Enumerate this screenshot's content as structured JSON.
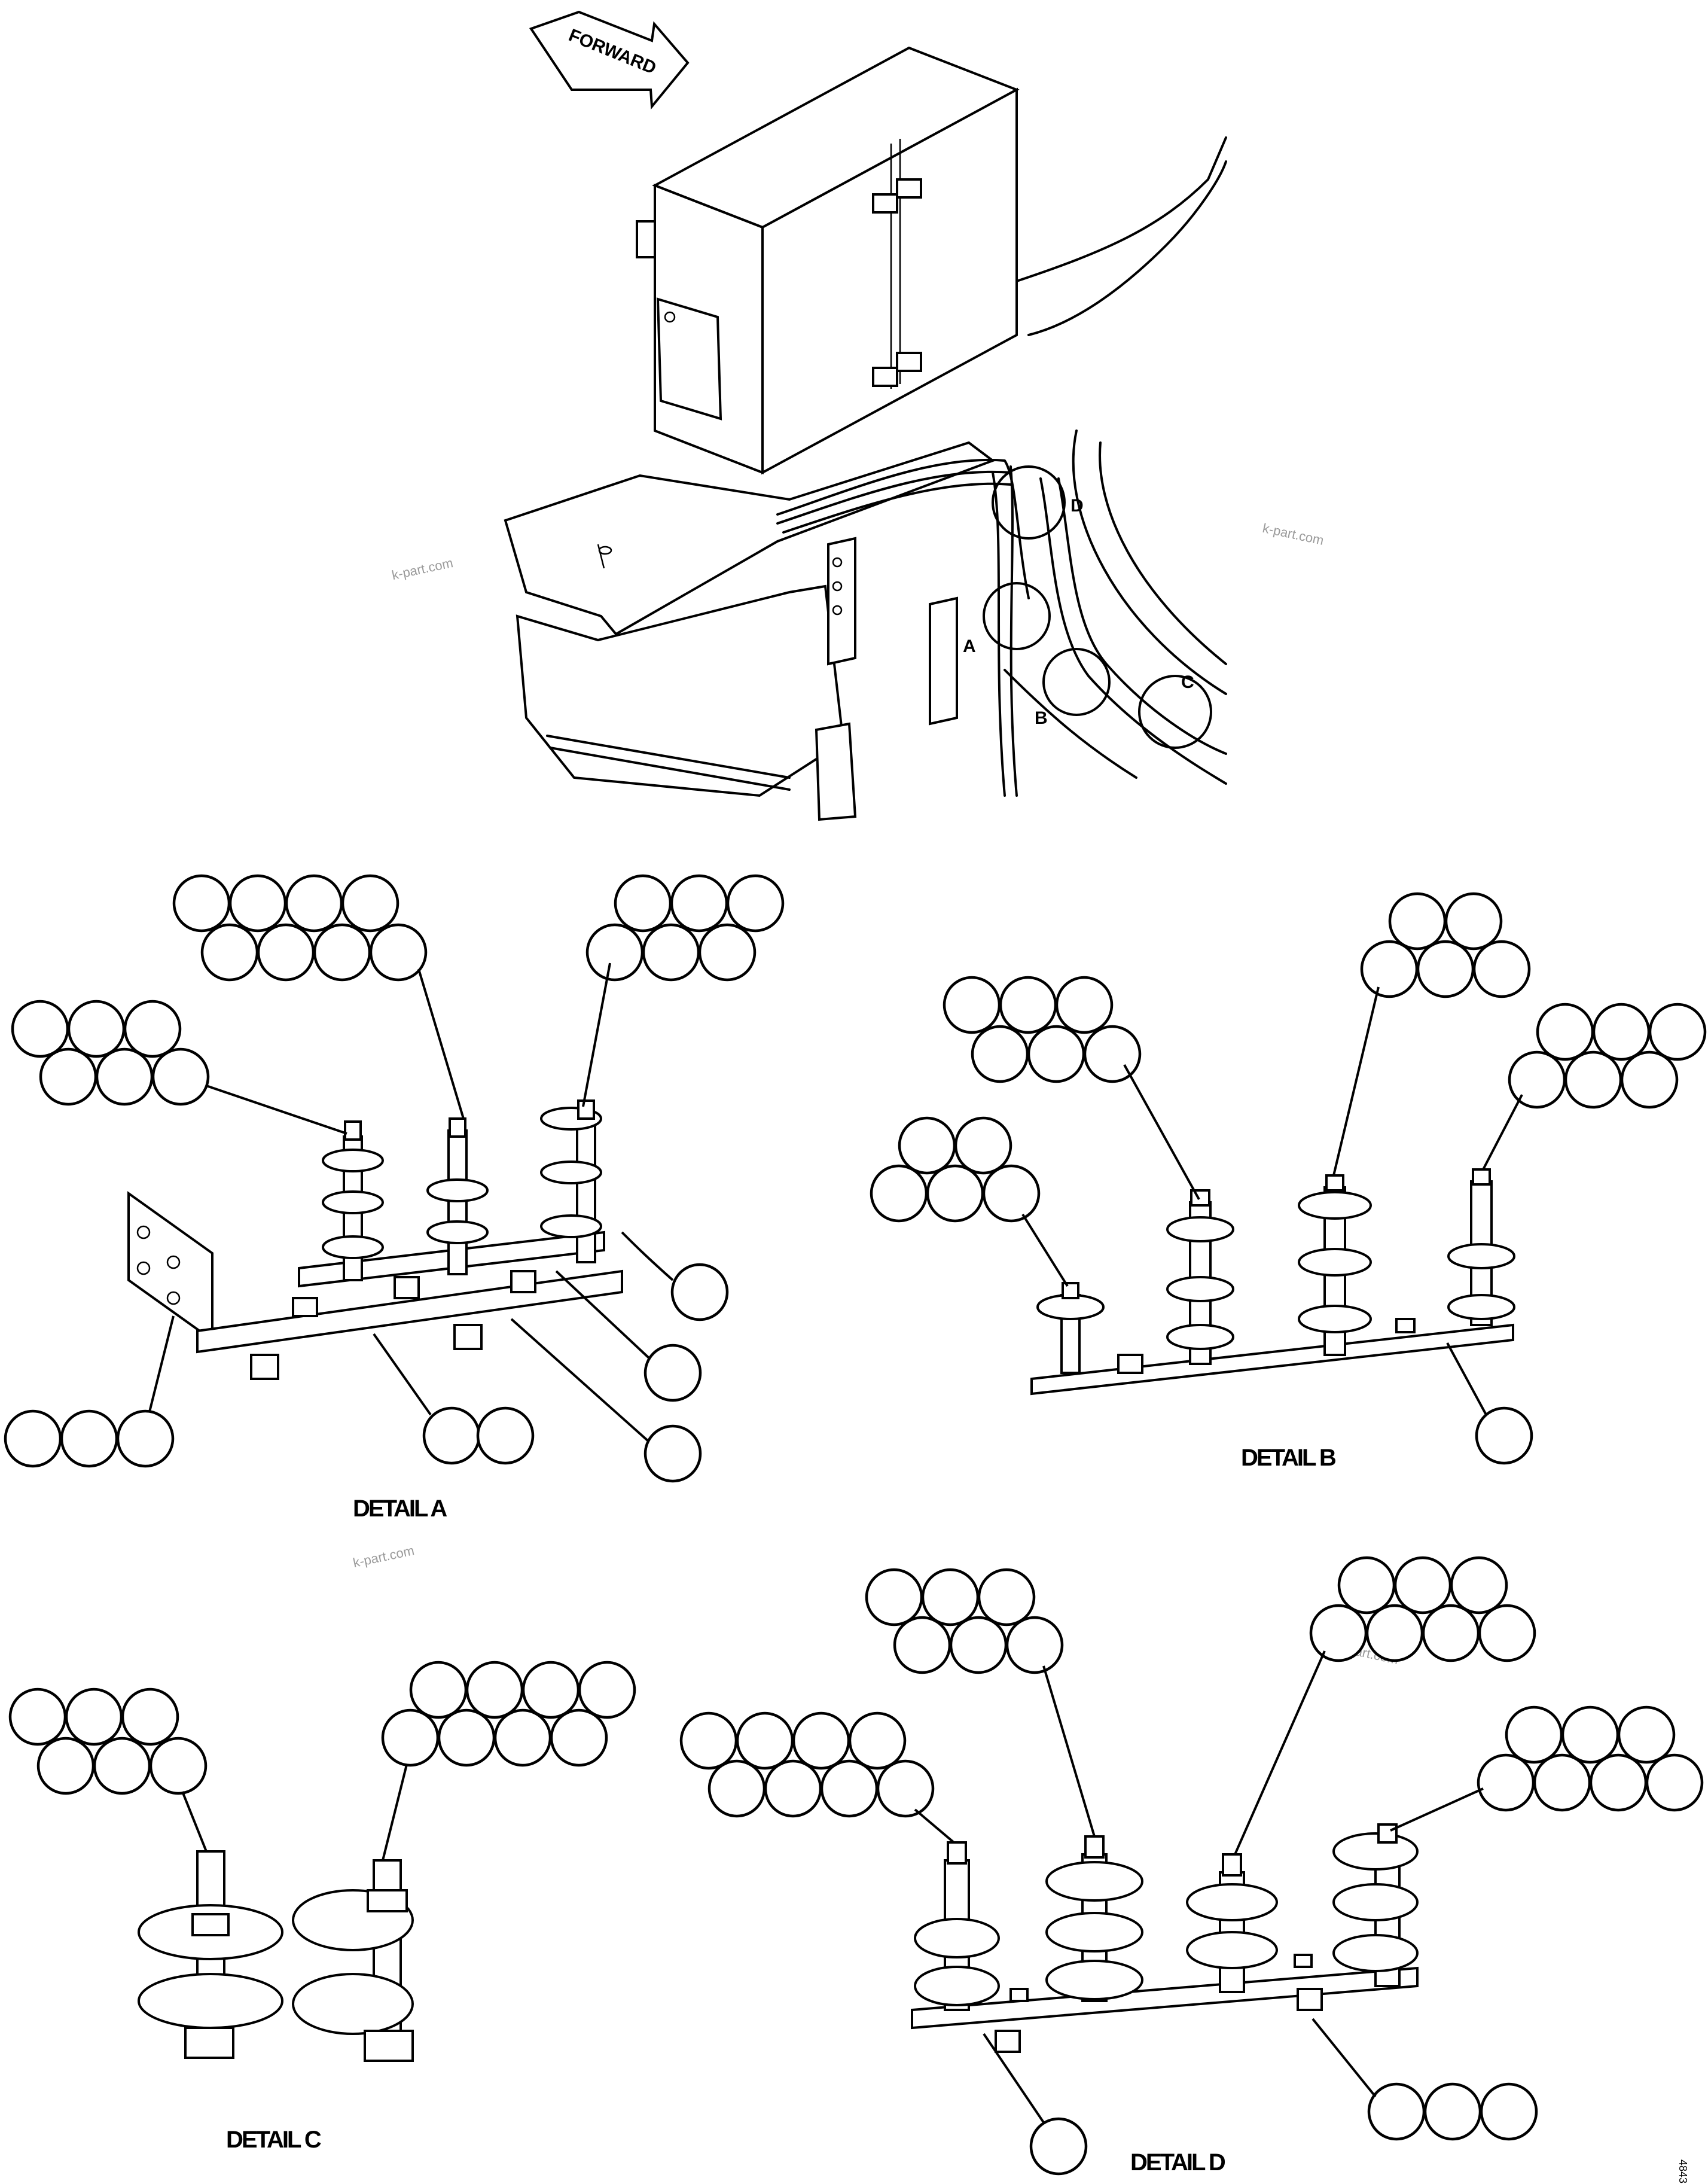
{
  "forward_label": "FORWARD",
  "callouts": [
    "A",
    "B",
    "C",
    "D"
  ],
  "details": {
    "a": "DETAIL A",
    "b": "DETAIL B",
    "c": "DETAIL C",
    "d": "DETAIL D"
  },
  "watermark": "k-part.com",
  "drawing_code": "4843"
}
